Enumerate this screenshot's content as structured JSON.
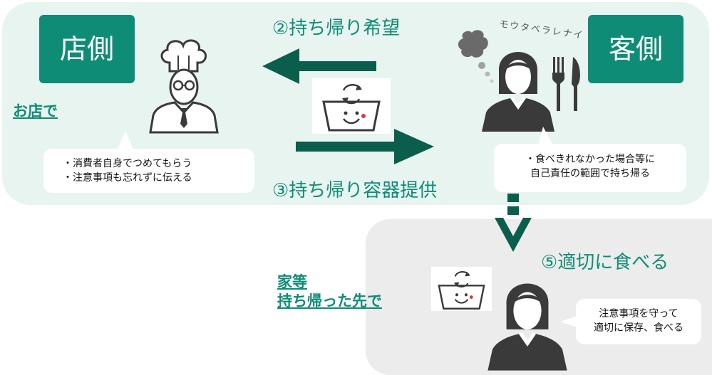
{
  "shop_side": {
    "label": "店側",
    "location": "お店で",
    "note_lines": [
      "・消費者自身でつめてもらう",
      "・注意事項も忘れずに伝える"
    ]
  },
  "customer_side": {
    "label": "客側",
    "monologue": "モウタベラレナイ",
    "note_lines": [
      "・食べきれなかった場合等に",
      "自己責任の範囲で持ち帰る"
    ]
  },
  "steps": {
    "request": "②持ち帰り希望",
    "provide": "③持ち帰り容器提供",
    "eat": "⑤適切に食べる"
  },
  "home": {
    "location_lines": [
      "家等",
      "持ち帰った先で"
    ],
    "note_lines": [
      "注意事項を守って",
      "適切に保存、食べる"
    ]
  },
  "colors": {
    "accent": "#0f8c76",
    "arrow": "#0b5e4c",
    "panel_top": "#e8f4f0",
    "panel_bottom": "#ececec",
    "figure": "#3a3a3a"
  },
  "icons": [
    "chef-icon",
    "customer-icon",
    "fork-knife-icon",
    "thought-cloud-icon",
    "takeout-basket-icon",
    "down-arrow-icon"
  ]
}
